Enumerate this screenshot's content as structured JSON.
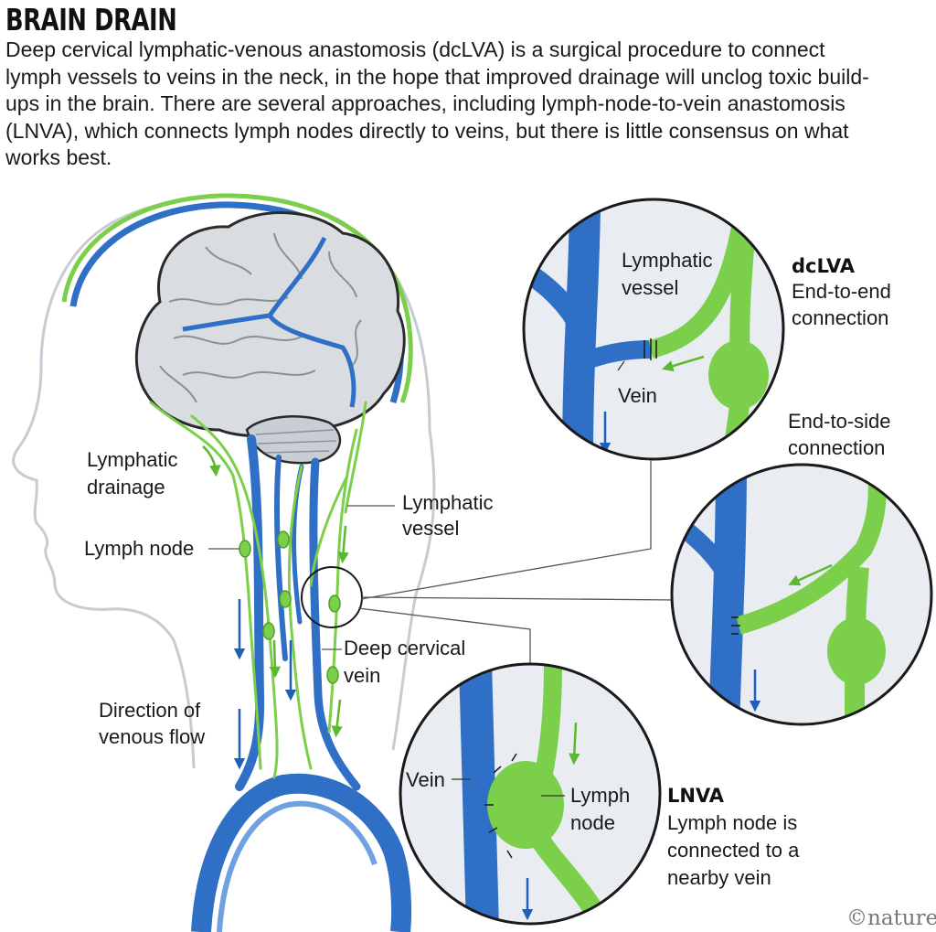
{
  "title": "BRAIN DRAIN",
  "intro": "Deep cervical lymphatic-venous anastomosis (dcLVA) is a surgical procedure to connect lymph vessels to veins in the neck, in the hope that improved drainage will unclog toxic build-ups in the brain. There are several approaches, including lymph-node-to-vein anastomosis (LNVA), which connects lymph nodes directly to veins, but there is little consensus on what works best.",
  "labels": {
    "lymphatic_drainage": [
      "Lymphatic",
      "drainage"
    ],
    "lymph_node": "Lymph node",
    "lymphatic_vessel": [
      "Lymphatic",
      "vessel"
    ],
    "deep_cervical_vein": [
      "Deep cervical",
      "vein"
    ],
    "venous_flow": [
      "Direction of",
      "venous flow"
    ]
  },
  "panels": {
    "dclva": {
      "heading": "dcLVA",
      "caption": [
        "End-to-end",
        "connection"
      ],
      "vessel_label": [
        "Lymphatic",
        "vessel"
      ],
      "vein_label": "Vein"
    },
    "end_to_side": {
      "caption": [
        "End-to-side",
        "connection"
      ]
    },
    "lnva": {
      "heading": "LNVA",
      "caption": [
        "Lymph node is",
        "connected to a",
        "nearby vein"
      ],
      "vein_label": "Vein",
      "node_label": [
        "Lymph",
        "node"
      ]
    }
  },
  "credit": "©nature",
  "colors": {
    "vein_blue": "#2f6fc6",
    "lymph_green": "#7ccf4a",
    "brain_grey": "#d9dde2",
    "outline": "#2a2a2a"
  }
}
